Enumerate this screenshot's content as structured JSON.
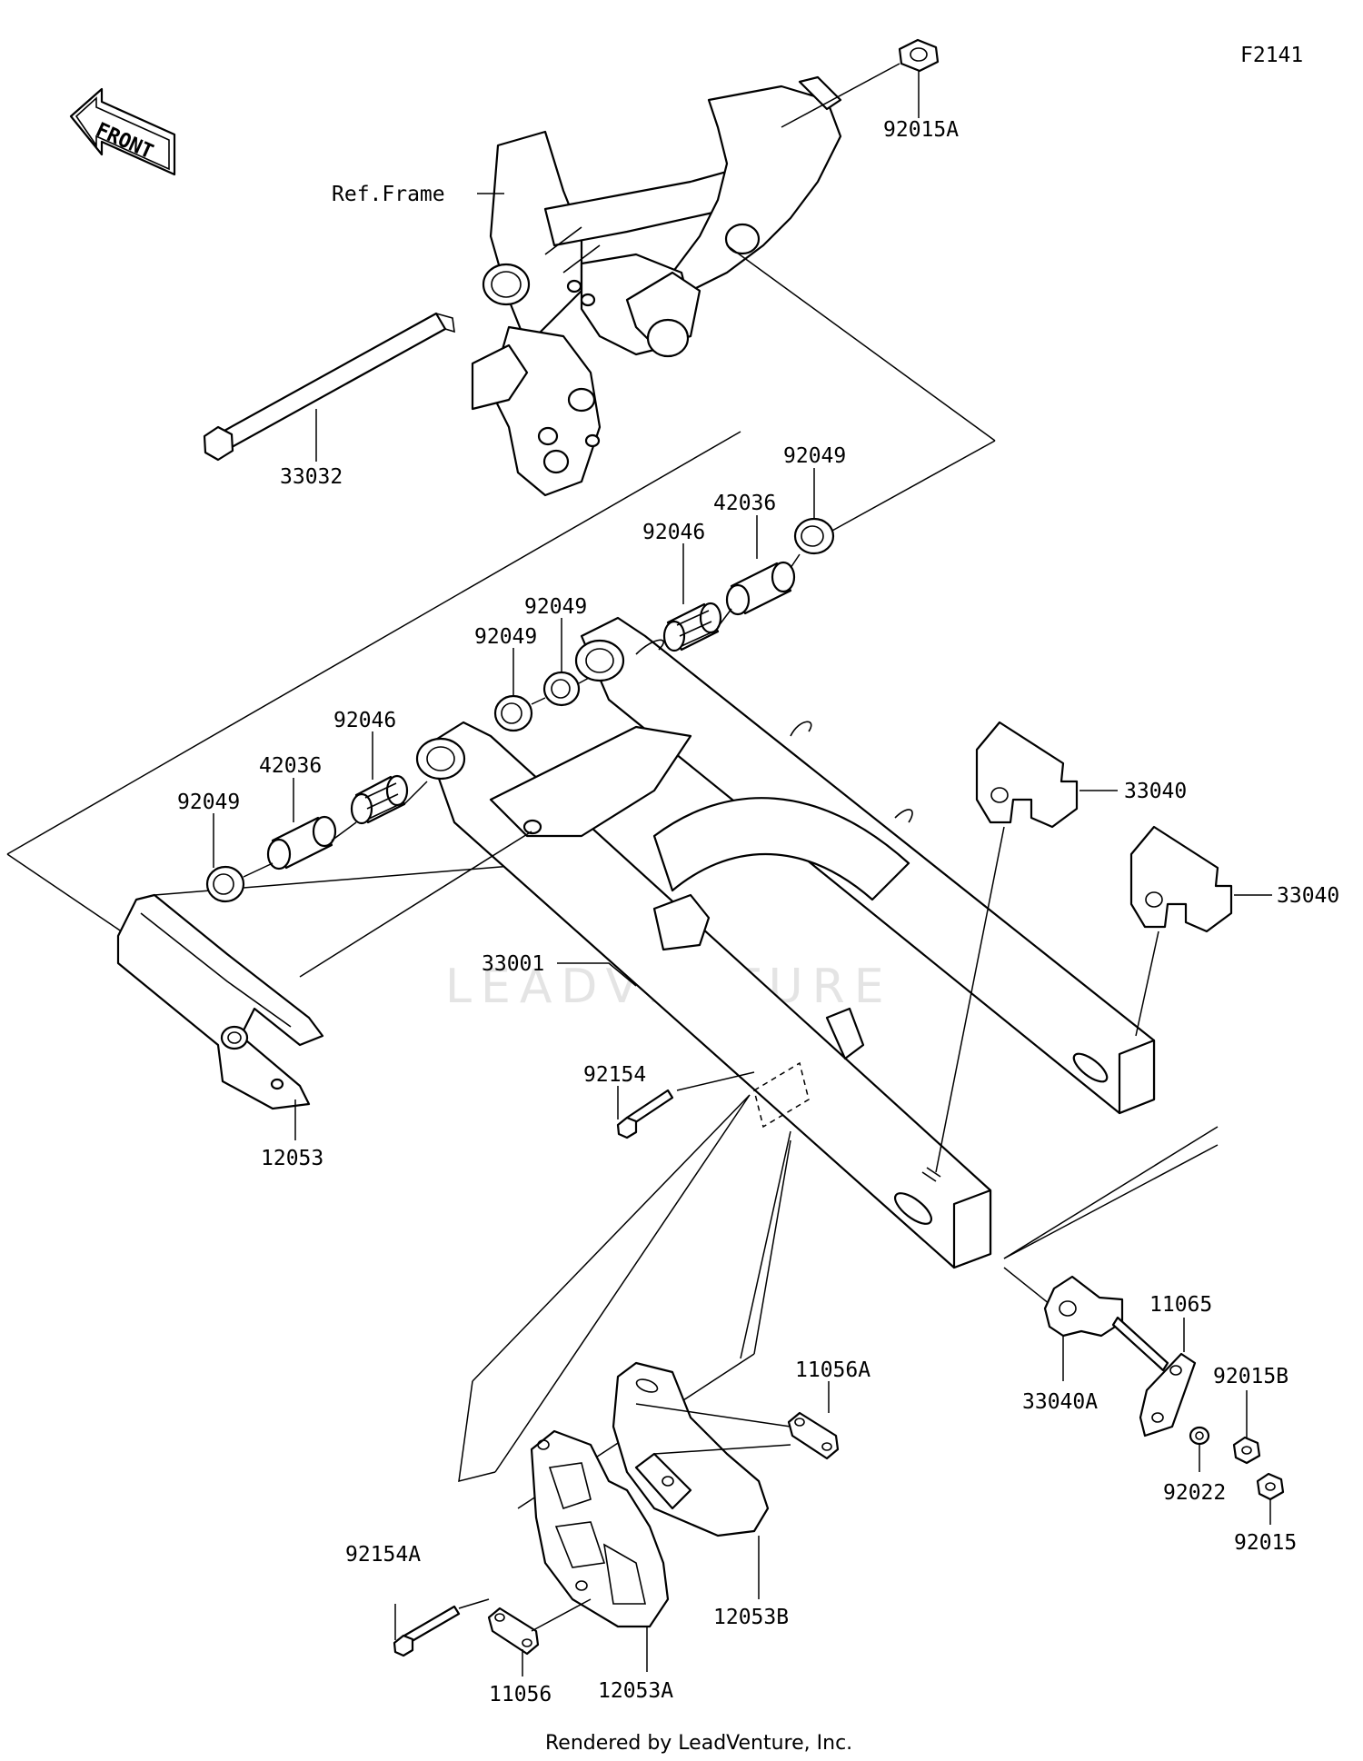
{
  "figure_code": "F2141",
  "front_label": "FRONT",
  "watermark": "LEADVENTURE",
  "footer": "Rendered by LeadVenture, Inc.",
  "callouts": {
    "ref_frame": "Ref.Frame",
    "p92015A": "92015A",
    "p33032": "33032",
    "p92049_top": "92049",
    "p42036_top": "42036",
    "p92046_top": "92046",
    "p92049_mid_right": "92049",
    "p92049_mid_left": "92049",
    "p92046_left": "92046",
    "p42036_left": "42036",
    "p92049_left": "92049",
    "p33040_a": "33040",
    "p33040_b": "33040",
    "p33001": "33001",
    "p12053": "12053",
    "p92154": "92154",
    "p11065": "11065",
    "p92015B": "92015B",
    "p33040A": "33040A",
    "p92022": "92022",
    "p92015": "92015",
    "p11056A": "11056A",
    "p92154A": "92154A",
    "p12053B": "12053B",
    "p12053A": "12053A",
    "p11056": "11056"
  }
}
